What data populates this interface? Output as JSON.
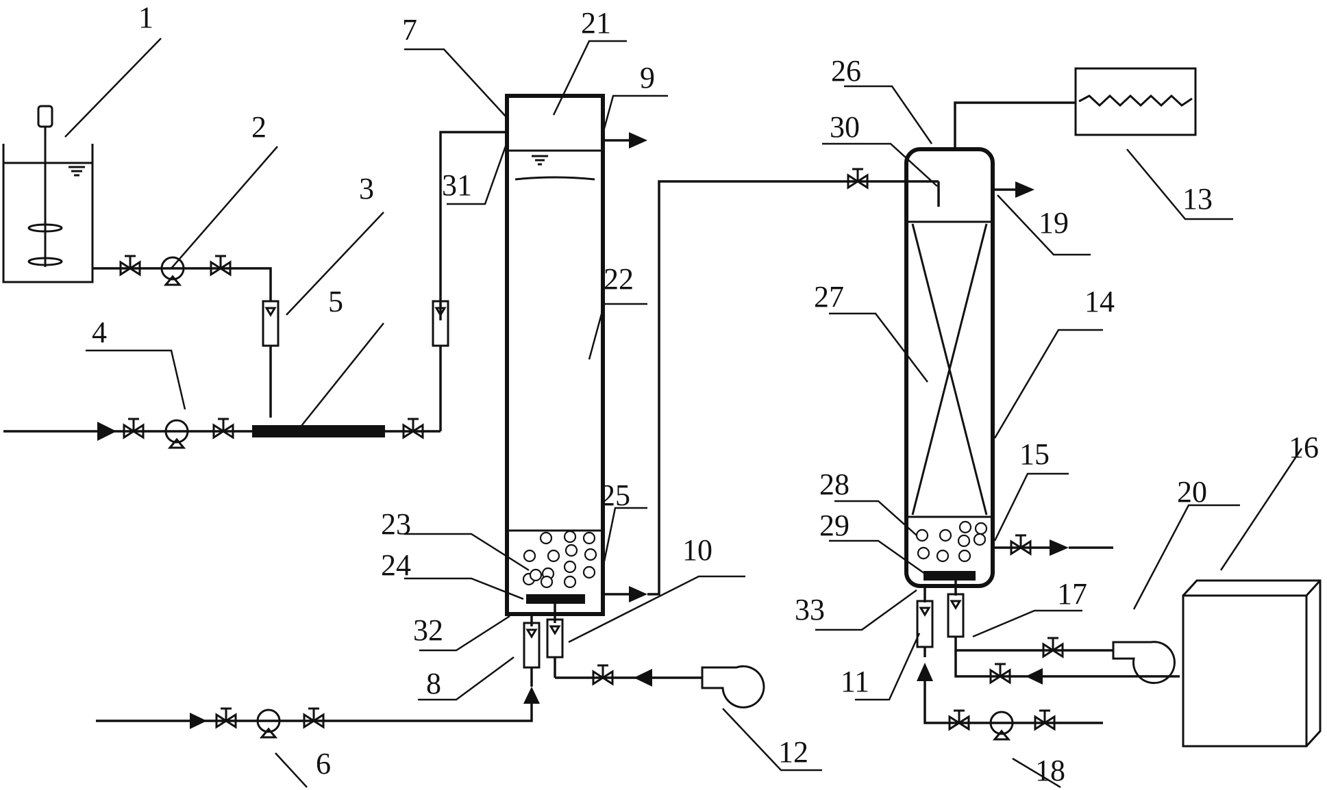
{
  "diagram": {
    "labels": [
      {
        "id": "1",
        "text": "1"
      },
      {
        "id": "2",
        "text": "2"
      },
      {
        "id": "3",
        "text": "3"
      },
      {
        "id": "4",
        "text": "4"
      },
      {
        "id": "5",
        "text": "5"
      },
      {
        "id": "6",
        "text": "6"
      },
      {
        "id": "7",
        "text": "7"
      },
      {
        "id": "8",
        "text": "8"
      },
      {
        "id": "9",
        "text": "9"
      },
      {
        "id": "10",
        "text": "10"
      },
      {
        "id": "11",
        "text": "11"
      },
      {
        "id": "12",
        "text": "12"
      },
      {
        "id": "13",
        "text": "13"
      },
      {
        "id": "14",
        "text": "14"
      },
      {
        "id": "15",
        "text": "15"
      },
      {
        "id": "16",
        "text": "16"
      },
      {
        "id": "17",
        "text": "17"
      },
      {
        "id": "18",
        "text": "18"
      },
      {
        "id": "19",
        "text": "19"
      },
      {
        "id": "20",
        "text": "20"
      },
      {
        "id": "21",
        "text": "21"
      },
      {
        "id": "22",
        "text": "22"
      },
      {
        "id": "23",
        "text": "23"
      },
      {
        "id": "24",
        "text": "24"
      },
      {
        "id": "25",
        "text": "25"
      },
      {
        "id": "26",
        "text": "26"
      },
      {
        "id": "27",
        "text": "27"
      },
      {
        "id": "28",
        "text": "28"
      },
      {
        "id": "29",
        "text": "29"
      },
      {
        "id": "30",
        "text": "30"
      },
      {
        "id": "31",
        "text": "31"
      },
      {
        "id": "32",
        "text": "32"
      },
      {
        "id": "33",
        "text": "33"
      }
    ],
    "colors": {
      "stroke": "#111111",
      "background": "#ffffff"
    }
  }
}
